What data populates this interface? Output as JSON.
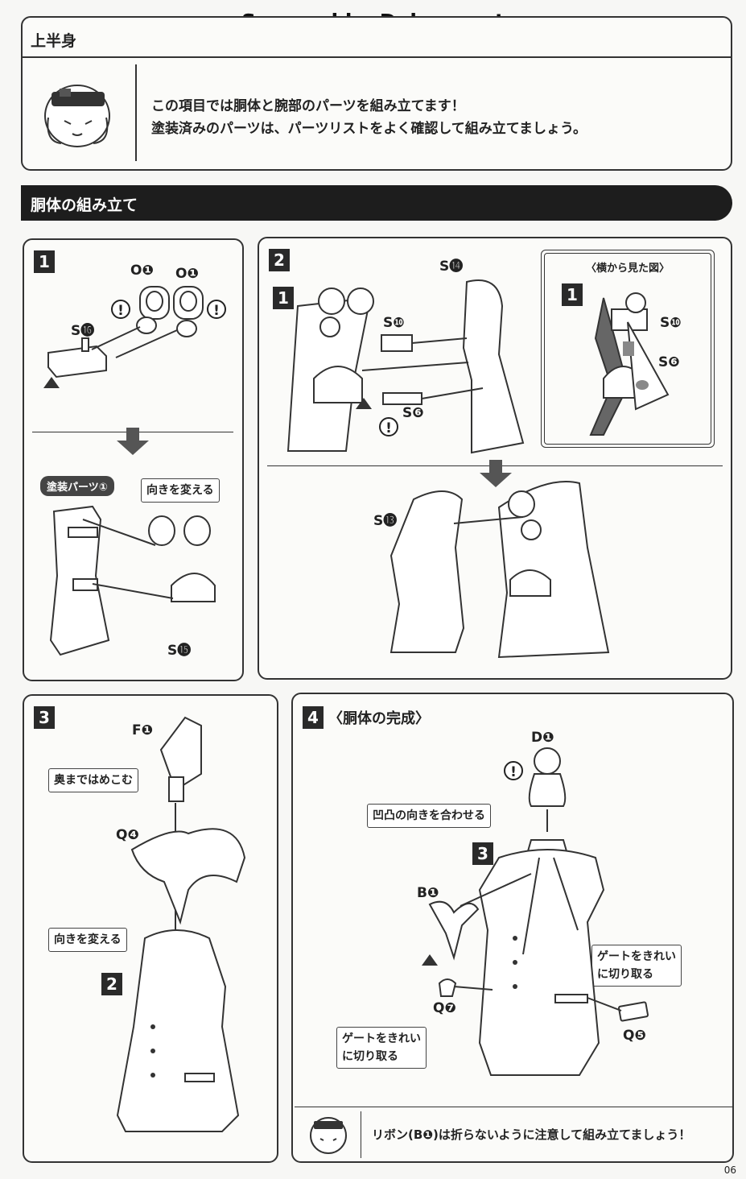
{
  "watermark": "Scanned by Dalong.net",
  "page_number": "06",
  "intro": {
    "title": "上半身",
    "text": "この項目では胴体と腕部のパーツを組み立てます！\n塗装済みのパーツは、パーツリストをよく確認して組み立てましょう。"
  },
  "section": {
    "title": "胴体の組み立て"
  },
  "step1": {
    "number": "1",
    "labels": {
      "o1a": "O❶",
      "o1b": "O❶",
      "s16": "S⓰",
      "s15": "S⓯"
    },
    "painted_tag": "塗装パーツ①",
    "callout": "向きを変える"
  },
  "step2": {
    "number": "2",
    "sub_number": "1",
    "labels": {
      "s14": "S⓮",
      "s10": "S❿",
      "s6": "S❻",
      "s13": "S⓭"
    },
    "side_view": {
      "title": "〈横から見た図〉",
      "number": "1",
      "s10": "S❿",
      "s6": "S❻"
    }
  },
  "step3": {
    "number": "3",
    "sub_number": "2",
    "labels": {
      "f1": "F❶",
      "q4": "Q❹"
    },
    "callout_push": "奥まではめこむ",
    "callout_turn": "向きを変える"
  },
  "step4": {
    "number": "4",
    "title": "〈胴体の完成〉",
    "sub_number": "3",
    "labels": {
      "d1": "D❶",
      "b1": "B❶",
      "q7": "Q❼",
      "q5": "Q❺"
    },
    "callout_align": "凹凸の向きを合わせる",
    "callout_gate_left": "ゲートをきれい\nに切り取る",
    "callout_gate_right": "ゲートをきれい\nに切り取る",
    "note": "リボン(B❶)は折らないように注意して組み立てましょう！"
  }
}
